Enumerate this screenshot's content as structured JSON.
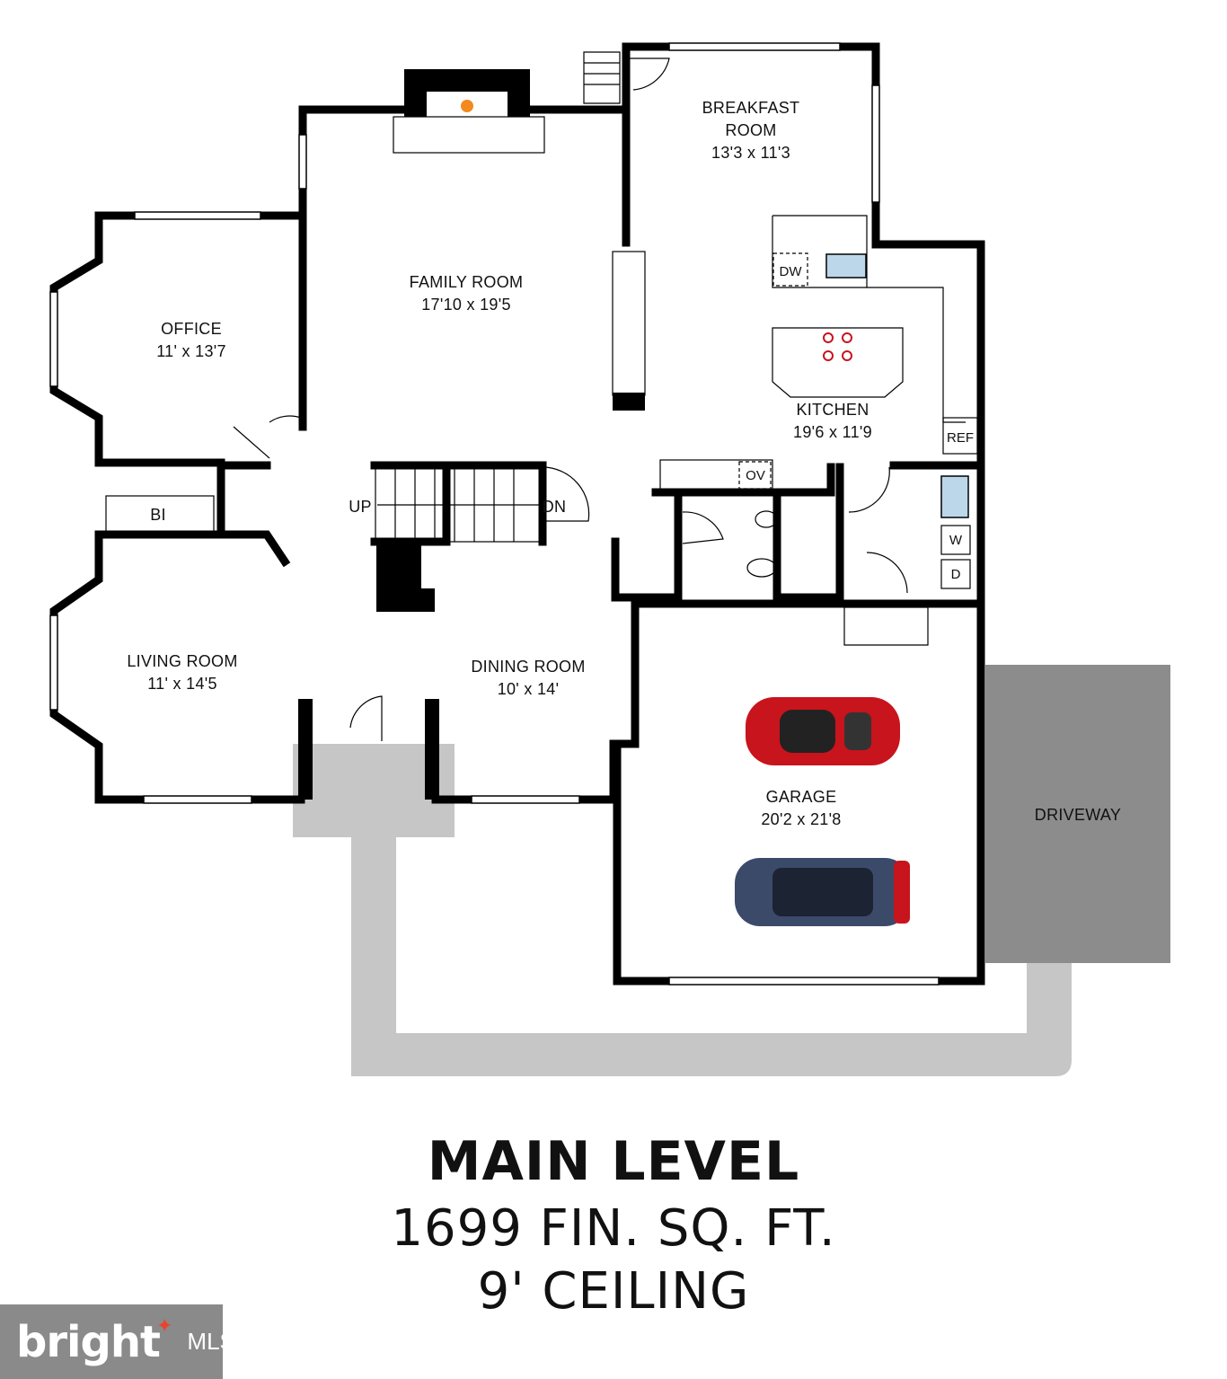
{
  "rooms": {
    "breakfast": {
      "name_line1": "BREAKFAST",
      "name_line2": "ROOM",
      "dims": "13'3 x 11'3"
    },
    "family": {
      "name": "FAMILY ROOM",
      "dims": "17'10 x 19'5"
    },
    "office": {
      "name": "OFFICE",
      "dims": "11' x 13'7"
    },
    "kitchen": {
      "name": "KITCHEN",
      "dims": "19'6 x 11'9"
    },
    "living": {
      "name": "LIVING ROOM",
      "dims": "11' x 14'5"
    },
    "dining": {
      "name": "DINING ROOM",
      "dims": "10' x 14'"
    },
    "garage": {
      "name": "GARAGE",
      "dims": "20'2 x 21'8"
    },
    "driveway": {
      "name": "DRIVEWAY"
    }
  },
  "fixtures": {
    "dw": "DW",
    "ref": "REF",
    "ov": "OV",
    "bi": "BI",
    "washer": "W",
    "dryer": "D",
    "up": "UP",
    "dn": "DN"
  },
  "footer": {
    "level": "MAIN LEVEL",
    "sqft": "1699 FIN. SQ. FT.",
    "ceiling": "9' CEILING"
  },
  "logo": {
    "brand": "bright",
    "suffix": "MLS"
  },
  "colors": {
    "car_red": "#c8141c",
    "car_blue": "#3c4a6a",
    "driveway": "#8c8c8c",
    "walkway": "#c9c9c9"
  }
}
